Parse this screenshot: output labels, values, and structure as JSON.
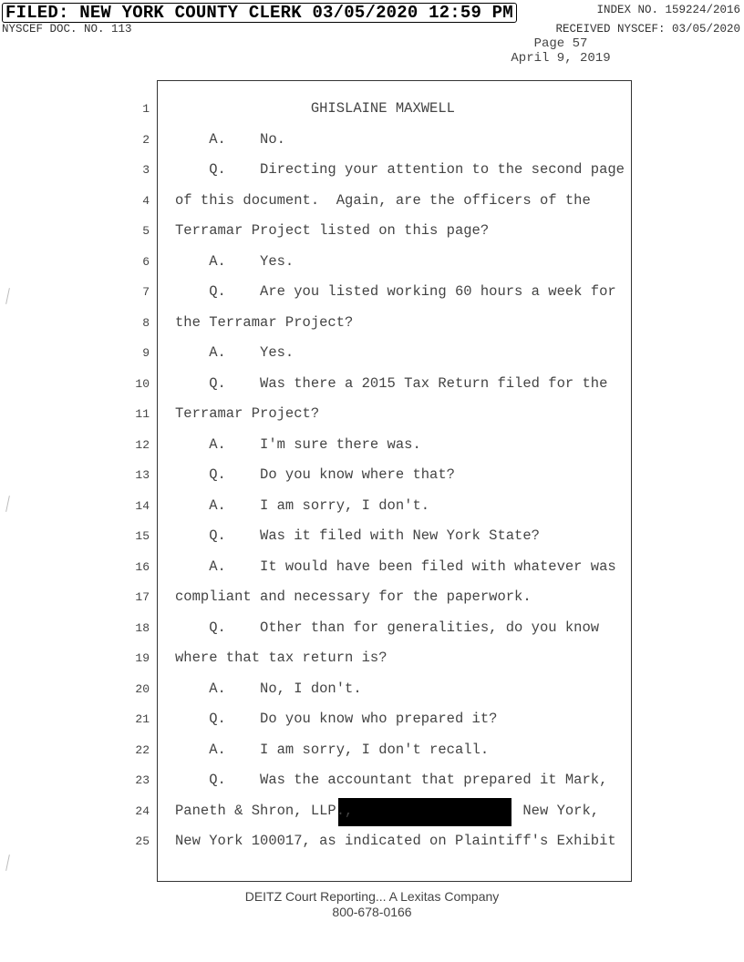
{
  "header": {
    "filed": "FILED: NEW YORK COUNTY CLERK 03/05/2020 12:59 PM",
    "index_no": "INDEX NO. 159224/2016",
    "doc_no": "NYSCEF DOC. NO. 113",
    "received": "RECEIVED NYSCEF: 03/05/2020",
    "page": "Page 57",
    "date": "April 9, 2019"
  },
  "transcript": {
    "lines": [
      {
        "n": "1",
        "text": "                GHISLAINE MAXWELL"
      },
      {
        "n": "2",
        "text": "    A.    No."
      },
      {
        "n": "3",
        "text": "    Q.    Directing your attention to the second page"
      },
      {
        "n": "4",
        "text": "of this document.  Again, are the officers of the"
      },
      {
        "n": "5",
        "text": "Terramar Project listed on this page?"
      },
      {
        "n": "6",
        "text": "    A.    Yes."
      },
      {
        "n": "7",
        "text": "    Q.    Are you listed working 60 hours a week for"
      },
      {
        "n": "8",
        "text": "the Terramar Project?"
      },
      {
        "n": "9",
        "text": "    A.    Yes."
      },
      {
        "n": "10",
        "text": "    Q.    Was there a 2015 Tax Return filed for the"
      },
      {
        "n": "11",
        "text": "Terramar Project?"
      },
      {
        "n": "12",
        "text": "    A.    I'm sure there was."
      },
      {
        "n": "13",
        "text": "    Q.    Do you know where that?"
      },
      {
        "n": "14",
        "text": "    A.    I am sorry, I don't."
      },
      {
        "n": "15",
        "text": "    Q.    Was it filed with New York State?"
      },
      {
        "n": "16",
        "text": "    A.    It would have been filed with whatever was"
      },
      {
        "n": "17",
        "text": "compliant and necessary for the paperwork."
      },
      {
        "n": "18",
        "text": "    Q.    Other than for generalities, do you know"
      },
      {
        "n": "19",
        "text": "where that tax return is?"
      },
      {
        "n": "20",
        "text": "    A.    No, I don't."
      },
      {
        "n": "21",
        "text": "    Q.    Do you know who prepared it?"
      },
      {
        "n": "22",
        "text": "    A.    I am sorry, I don't recall."
      },
      {
        "n": "23",
        "text": "    Q.    Was the accountant that prepared it Mark,"
      },
      {
        "n": "24",
        "text": "Paneth & Shron, LLP.,                    New York,"
      },
      {
        "n": "25",
        "text": "New York 100017, as indicated on Plaintiff's Exhibit"
      }
    ]
  },
  "footer": {
    "company": "DEITZ Court Reporting... A Lexitas Company",
    "phone": "800-678-0166"
  }
}
